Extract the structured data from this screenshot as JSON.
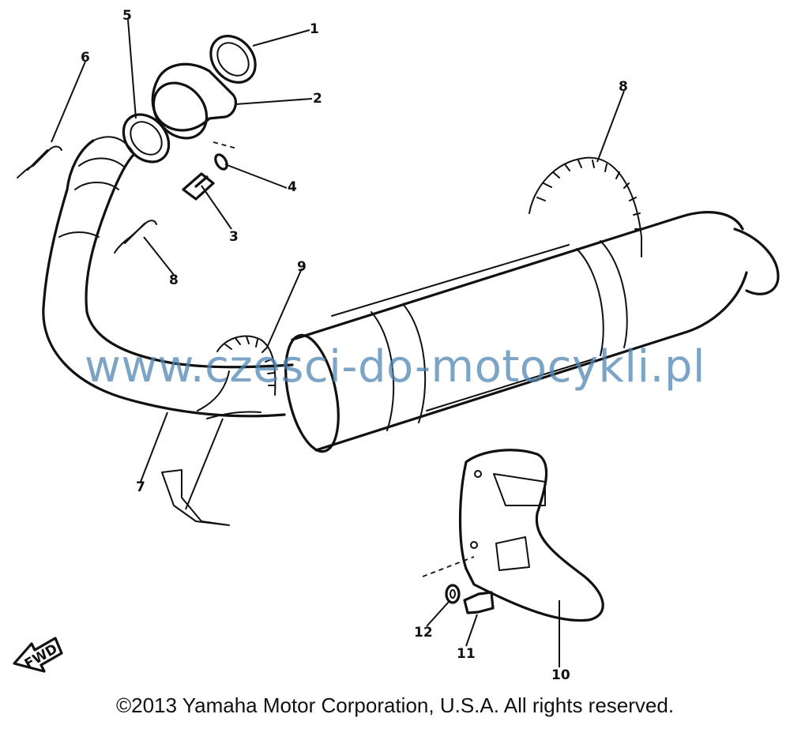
{
  "watermark": "www.czesci-do-motocykli.pl",
  "copyright": "©2013 Yamaha Motor Corporation, U.S.A. All rights reserved.",
  "fwd_label": "FWD",
  "callouts": [
    "1",
    "2",
    "3",
    "4",
    "5",
    "6",
    "7",
    "8",
    "9",
    "10",
    "11",
    "12",
    "8"
  ]
}
